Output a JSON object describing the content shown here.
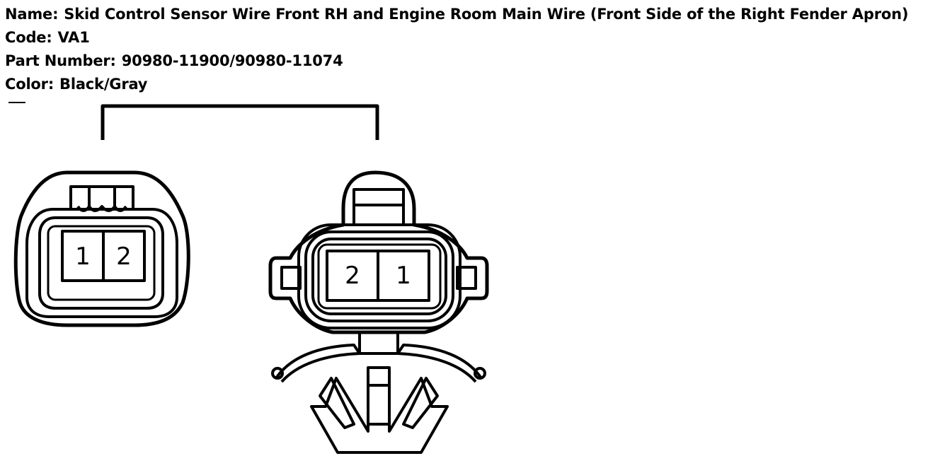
{
  "header": {
    "name_label": "Name:",
    "name_value": "Skid Control Sensor Wire Front RH and Engine Room Main Wire (Front Side of the Right Fender Apron)",
    "code_label": "Code:",
    "code_value": "VA1",
    "part_label": "Part Number:",
    "part_value": "90980-11900/90980-11074",
    "color_label": "Color:",
    "color_value": "Black/Gray"
  },
  "connector_left": {
    "pins": [
      "1",
      "2"
    ]
  },
  "connector_right": {
    "pins": [
      "2",
      "1"
    ]
  },
  "colors": {
    "stroke": "#000000",
    "background": "#ffffff"
  }
}
